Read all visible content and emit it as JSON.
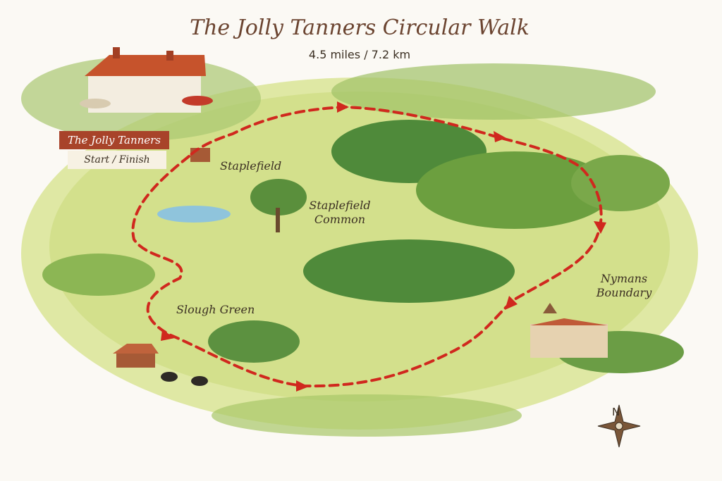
{
  "title": "The Jolly Tanners Circular Walk",
  "subtitle": "4.5 miles / 7.2 km",
  "start": {
    "name": "The Jolly Tanners",
    "note": "Start / Finish"
  },
  "places": {
    "staplefield": "Staplefield",
    "common_line1": "Staplefield",
    "common_line2": "Common",
    "slough_green": "Slough Green",
    "nymans_line1": "Nymans",
    "nymans_line2": "Boundary"
  },
  "compass": {
    "north": "N"
  },
  "colors": {
    "route": "#d0281e",
    "title": "#6b4430",
    "banner": "#a8432a"
  }
}
